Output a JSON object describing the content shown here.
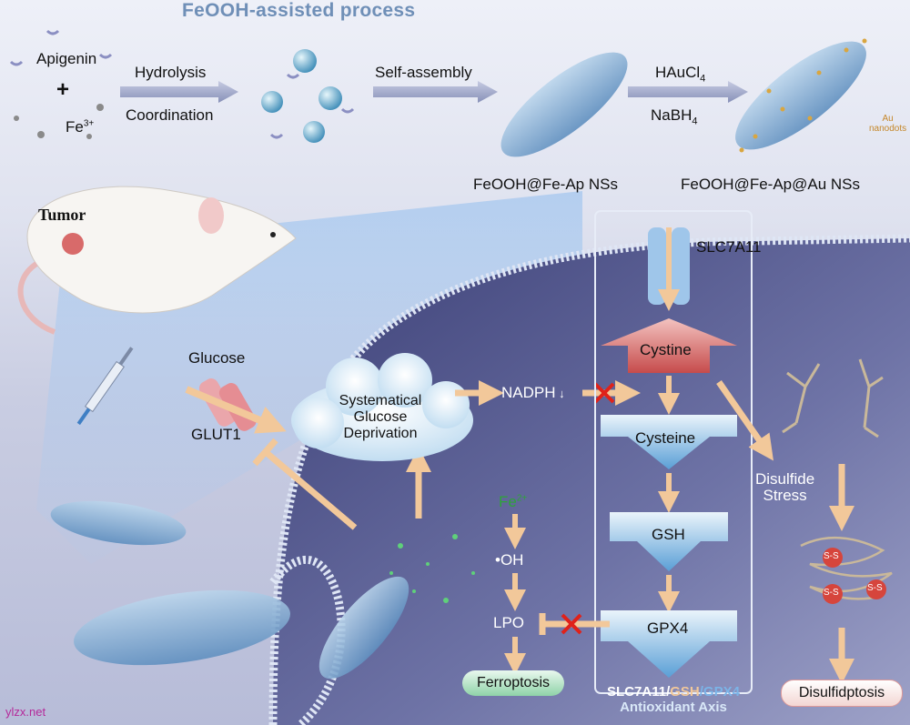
{
  "title": "FeOOH-assisted process",
  "top_row": {
    "reactant1": "Apigenin",
    "plus": "+",
    "reactant2": "Fe",
    "reactant2_sup": "3+",
    "step1_top": "Hydrolysis",
    "step1_bottom": "Coordination",
    "step2": "Self-assembly",
    "step3_top": "HAuCl",
    "step3_top_sub": "4",
    "step3_bottom": "NaBH",
    "step3_bottom_sub": "4",
    "product1": "FeOOH@Fe-Ap NSs",
    "product2": "FeOOH@Fe-Ap@Au NSs",
    "au_label_line1": "Au",
    "au_label_line2": "nanodots"
  },
  "mouse": {
    "tumor_label": "Tumor"
  },
  "cell": {
    "glucose": "Glucose",
    "glut1": "GLUT1",
    "cloud_line1": "Systematical",
    "cloud_line2": "Glucose",
    "cloud_line3": "Deprivation",
    "nadph": "NADPH",
    "fe2": "Fe",
    "fe2_sup": "2+",
    "oh": "•OH",
    "lpo": "LPO",
    "ferroptosis": "Ferroptosis"
  },
  "axis": {
    "slc7a11": "SLC7A11",
    "cystine": "Cystine",
    "cysteine": "Cysteine",
    "gsh": "GSH",
    "gpx4": "GPX4",
    "title_part1": "SLC7A11/",
    "title_part2": "GSH",
    "title_part3": "/GPX4",
    "title_line2": "Antioxidant Axis"
  },
  "disulfide": {
    "stress_line1": "Disulfide",
    "stress_line2": "Stress",
    "ss": "S-S",
    "outcome": "Disulfidptosis"
  },
  "watermark": "ylzx.net",
  "colors": {
    "title": "#6f8fb7",
    "arrow_fill": "#f2c89a",
    "cystine_red": "#c64b4b",
    "axis_blue": "#5a9fd6",
    "ferroptosis_green": "#6fbf8a",
    "fe2_green": "#2ea43a",
    "inhibit_red": "#e0221a",
    "watermark": "#b5299a"
  }
}
